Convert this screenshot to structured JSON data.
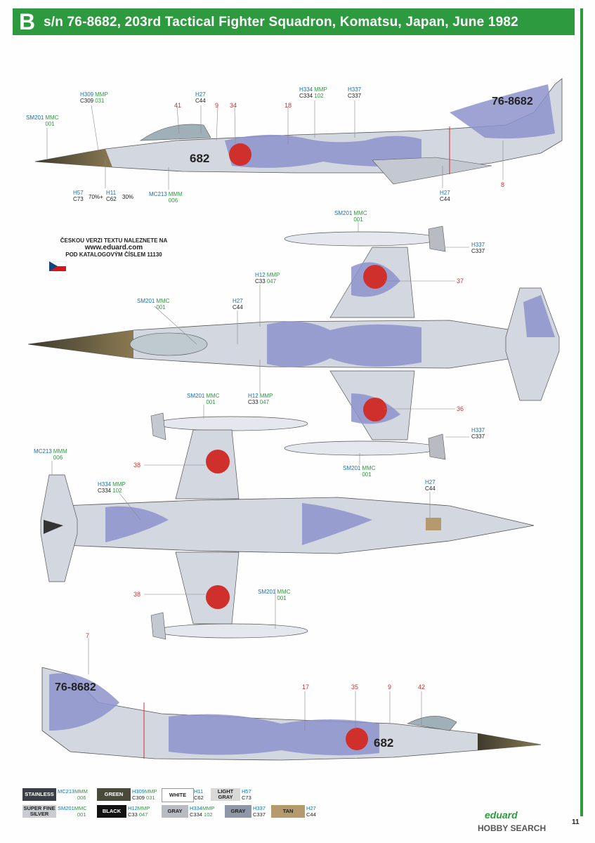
{
  "header": {
    "letter": "B",
    "title": "s/n 76-8682, 203rd Tactical Fighter Squadron, Komatsu, Japan, June 1982"
  },
  "czech_note": {
    "line1": "ČESKOU VERZI TEXTU NALEZNETE NA",
    "url": "www.eduard.com",
    "line2": "POD KATALOGOVÝM ČÍSLEM 11130"
  },
  "aircraft": {
    "serial": "76-8682",
    "nose_number": "682"
  },
  "callouts": [
    {
      "h": "SM201",
      "m": "MMC",
      "c": "",
      "n": "001"
    },
    {
      "h": "H309",
      "m": "MMP",
      "c": "C309",
      "n": "031"
    },
    {
      "h": "H27",
      "m": "",
      "c": "C44",
      "n": ""
    },
    {
      "h": "H334",
      "m": "MMP",
      "c": "C334",
      "n": "102"
    },
    {
      "h": "H337",
      "m": "",
      "c": "C337",
      "n": ""
    },
    {
      "h": "H57",
      "m": "",
      "c": "C73",
      "n": ""
    },
    {
      "h": "H11",
      "m": "",
      "c": "C62",
      "n": ""
    },
    {
      "h": "MC213",
      "m": "MMM",
      "c": "",
      "n": "006"
    },
    {
      "h": "H27",
      "m": "",
      "c": "C44",
      "n": ""
    },
    {
      "h": "SM201",
      "m": "MMC",
      "c": "",
      "n": "001"
    },
    {
      "h": "H337",
      "m": "",
      "c": "C337",
      "n": ""
    },
    {
      "h": "H12",
      "m": "MMP",
      "c": "C33",
      "n": "047"
    },
    {
      "h": "SM201",
      "m": "MMC",
      "c": "",
      "n": "001"
    },
    {
      "h": "H27",
      "m": "",
      "c": "C44",
      "n": ""
    },
    {
      "h": "SM201",
      "m": "MMC",
      "c": "",
      "n": "001"
    },
    {
      "h": "H12",
      "m": "MMP",
      "c": "C33",
      "n": "047"
    },
    {
      "h": "H337",
      "m": "",
      "c": "C337",
      "n": ""
    },
    {
      "h": "SM201",
      "m": "MMC",
      "c": "",
      "n": "001"
    },
    {
      "h": "MC213",
      "m": "MMM",
      "c": "",
      "n": "006"
    },
    {
      "h": "H334",
      "m": "MMP",
      "c": "C334",
      "n": "102"
    },
    {
      "h": "H27",
      "m": "",
      "c": "C44",
      "n": ""
    },
    {
      "h": "SM201",
      "m": "MMC",
      "c": "",
      "n": "001"
    }
  ],
  "percents": {
    "a": "70%+",
    "b": "30%"
  },
  "numbers": [
    "41",
    "9",
    "34",
    "18",
    "8",
    "37",
    "36",
    "38",
    "38",
    "7",
    "17",
    "35",
    "9",
    "42"
  ],
  "legend": [
    {
      "label": "STAINLESS",
      "h": "MC213",
      "m": "MMM",
      "c": "",
      "n": "006",
      "bg": "#3a3f45",
      "fg": "#ffffff"
    },
    {
      "label": "GREEN",
      "h": "H309",
      "m": "MMP",
      "c": "C309",
      "n": "031",
      "bg": "#4a4a3a",
      "fg": "#ffffff"
    },
    {
      "label": "WHITE",
      "h": "H11",
      "m": "",
      "c": "C62",
      "n": "",
      "bg": "#ffffff",
      "fg": "#222222"
    },
    {
      "label": "LIGHT GRAY",
      "h": "H57",
      "m": "",
      "c": "C73",
      "n": "",
      "bg": "#d8d8d8",
      "fg": "#222222"
    },
    {
      "label": "SUPER FINE SILVER",
      "h": "SM201",
      "m": "MMC",
      "c": "",
      "n": "001",
      "bg": "#c9cdd2",
      "fg": "#222222"
    },
    {
      "label": "BLACK",
      "h": "H12",
      "m": "MMP",
      "c": "C33",
      "n": "047",
      "bg": "#111111",
      "fg": "#ffffff"
    },
    {
      "label": "GRAY",
      "h": "H334",
      "m": "MMP",
      "c": "C334",
      "n": "102",
      "bg": "#b8bcc2",
      "fg": "#222222"
    },
    {
      "label": "GRAY",
      "h": "H337",
      "m": "",
      "c": "C337",
      "n": "",
      "bg": "#8e97a8",
      "fg": "#222222"
    },
    {
      "label": "TAN",
      "h": "H27",
      "m": "",
      "c": "C44",
      "n": "",
      "bg": "#b49a6c",
      "fg": "#222222"
    }
  ],
  "footer": {
    "brand": "eduard",
    "page": "11",
    "watermark": "HOBBY SEARCH"
  },
  "colors": {
    "green": "#2e9a3f",
    "blue_label": "#1a6fb0",
    "red": "#d0302c",
    "camo_blue": "#8d93cc",
    "camo_gray": "#d3d7df"
  }
}
